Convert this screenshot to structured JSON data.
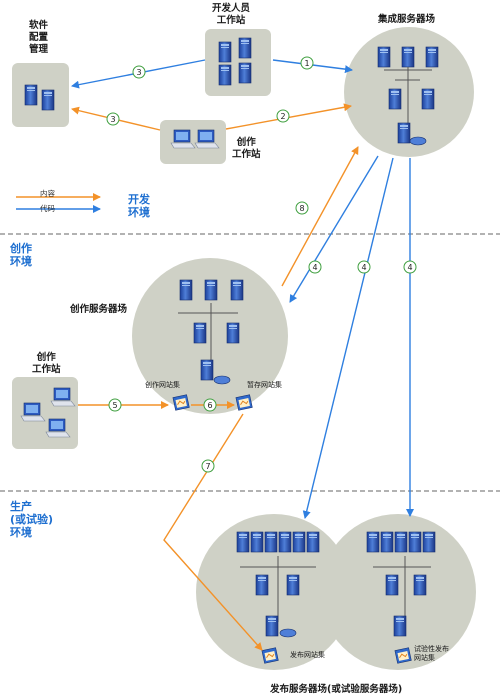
{
  "labels": {
    "software_config": "软件\n配置\n管理",
    "dev_workstation": "开发人员\n工作站",
    "integration_farm": "集成服务器场",
    "authoring_ws_top": "创作\n工作站",
    "authoring_farm": "创作服务器场",
    "authoring_ws": "创作\n工作站",
    "authoring_site": "创作网站集",
    "staging_site": "暂存网站集",
    "publishing_site": "发布网站集",
    "pilot_site": "试验性发布\n网站集",
    "publishing_farm": "发布服务器场(或试验服务器场)"
  },
  "zones": {
    "dev": "开发\n环境",
    "authoring": "创作\n环境",
    "production": "生产\n(或试验)\n环境"
  },
  "legend": {
    "title": "图例",
    "content": "内容",
    "code": "代码"
  },
  "steps": [
    "1",
    "2",
    "3",
    "3",
    "4",
    "4",
    "4",
    "5",
    "6",
    "7",
    "8"
  ],
  "colors": {
    "content": "#f39229",
    "code": "#2f7fe0",
    "zone_text": "#1e6fd0",
    "node_bg": "#cfd1c6",
    "badge": "#3f9f3f"
  }
}
